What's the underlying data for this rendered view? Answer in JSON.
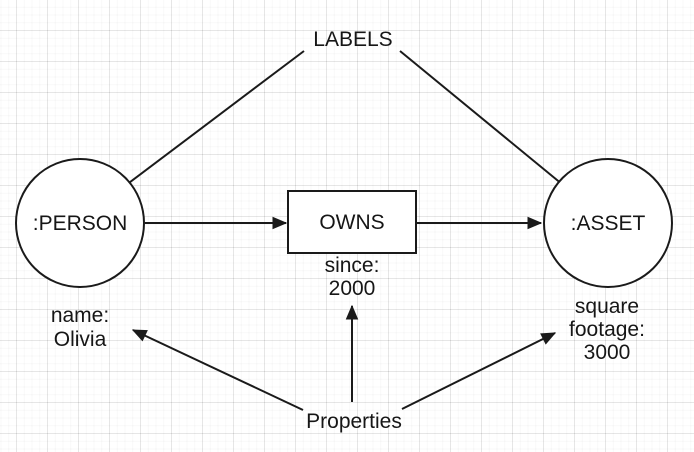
{
  "colors": {
    "background": "#ffffff",
    "stroke": "#1a1a1a",
    "text": "#161616",
    "node_fill": "#ffffff",
    "grid_major": "#ececec",
    "grid_minor": "#f8f8f8"
  },
  "annotations": {
    "labels": "LABELS",
    "properties": "Properties"
  },
  "nodes": {
    "person": {
      "label": ":PERSON"
    },
    "owns": {
      "label": "OWNS"
    },
    "asset": {
      "label": ":ASSET"
    }
  },
  "properties": {
    "person": {
      "line1": "name:",
      "line2": "Olivia"
    },
    "owns": {
      "line1": "since:",
      "line2": "2000"
    },
    "asset": {
      "line1": "square",
      "line2": "footage:",
      "line3": "3000"
    }
  },
  "edges": [
    {
      "from": "LABELS",
      "to": ":PERSON"
    },
    {
      "from": "LABELS",
      "to": ":ASSET"
    },
    {
      "from": ":PERSON",
      "to": "OWNS"
    },
    {
      "from": "OWNS",
      "to": ":ASSET"
    },
    {
      "from": "Properties",
      "to": "name: Olivia"
    },
    {
      "from": "Properties",
      "to": "since: 2000"
    },
    {
      "from": "Properties",
      "to": "square footage: 3000"
    }
  ]
}
